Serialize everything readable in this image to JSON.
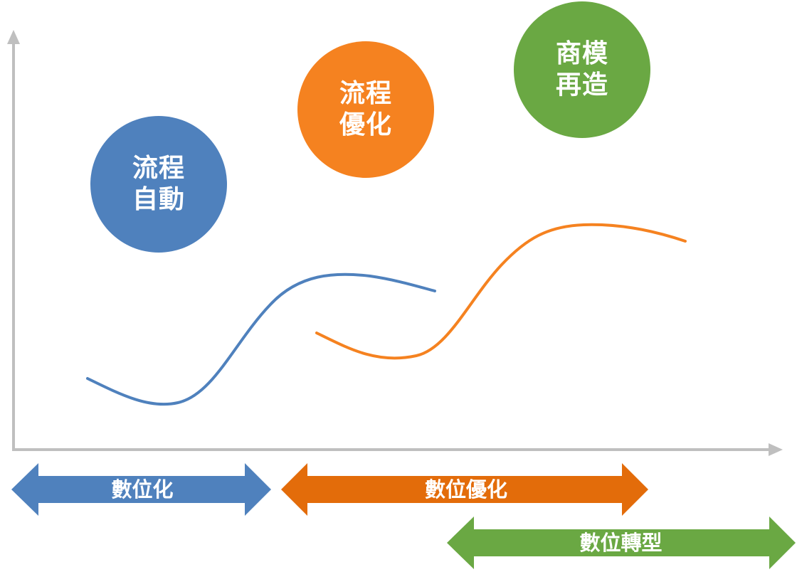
{
  "colors": {
    "blue": "#4F81BD",
    "orange": "#E36C0A",
    "orange_light": "#F58220",
    "green": "#6AA843",
    "axis": "#BFBFBF"
  },
  "circles": {
    "blue": {
      "line1": "流程",
      "line2": "自動"
    },
    "orange": {
      "line1": "流程",
      "line2": "優化"
    },
    "green": {
      "line1": "商模",
      "line2": "再造"
    }
  },
  "arrows": {
    "first": {
      "label": "數位化"
    },
    "second": {
      "label": "數位優化"
    },
    "third": {
      "label": "數位轉型"
    }
  }
}
